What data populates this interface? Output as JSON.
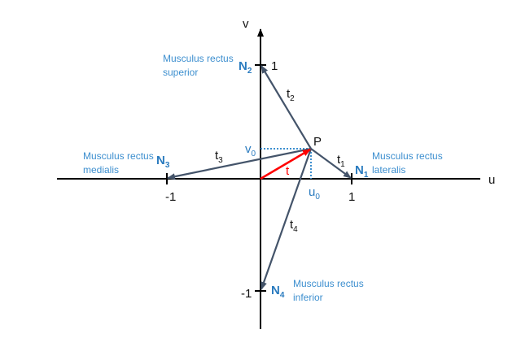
{
  "axes": {
    "u_label": "u",
    "v_label": "v",
    "tick_u_pos": "1",
    "tick_u_neg": "-1",
    "tick_v_pos": "1",
    "tick_v_neg": "-1"
  },
  "point": {
    "label": "P",
    "u0": "u",
    "u0_sub": "0",
    "v0": "v",
    "v0_sub": "0"
  },
  "vectors": {
    "t": "t",
    "t1": "t",
    "t1_sub": "1",
    "t2": "t",
    "t2_sub": "2",
    "t3": "t",
    "t3_sub": "3",
    "t4": "t",
    "t4_sub": "4"
  },
  "nodes": {
    "n1": "N",
    "n1_sub": "1",
    "n2": "N",
    "n2_sub": "2",
    "n3": "N",
    "n3_sub": "3",
    "n4": "N",
    "n4_sub": "4"
  },
  "muscles": {
    "lateralis": [
      "Musculus rectus",
      "lateralis"
    ],
    "superior": [
      "Musculus rectus",
      "superior"
    ],
    "medialis": [
      "Musculus rectus",
      "medialis"
    ],
    "inferior": [
      "Musculus rectus",
      "inferior"
    ]
  },
  "colors": {
    "axis": "#000000",
    "vector": "#44546a",
    "t_vector": "#ff0000",
    "label": "#2a7bbf"
  }
}
